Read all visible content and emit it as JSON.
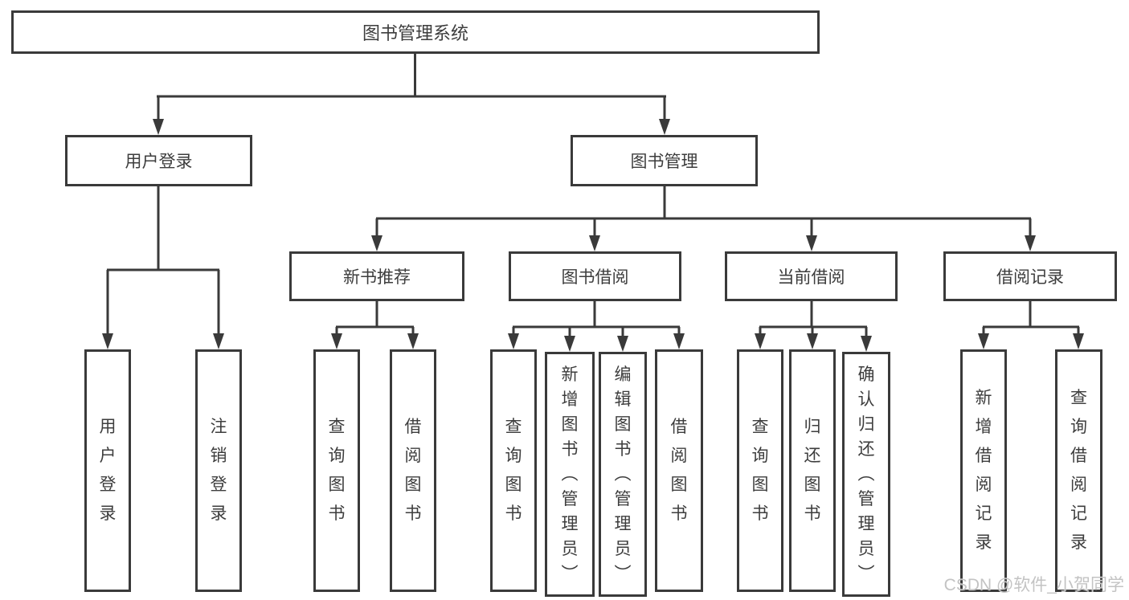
{
  "tree": {
    "root": {
      "label": "图书管理系统"
    },
    "branches": [
      {
        "label": "用户登录",
        "leaves": [
          "用户登录",
          "注销登录"
        ]
      },
      {
        "label": "图书管理",
        "sub": [
          {
            "label": "新书推荐",
            "leaves": [
              "查询图书",
              "借阅图书"
            ]
          },
          {
            "label": "图书借阅",
            "leaves": [
              "查询图书",
              "新增图书（管理员）",
              "编辑图书（管理员）",
              "借阅图书"
            ]
          },
          {
            "label": "当前借阅",
            "leaves": [
              "查询图书",
              "归还图书",
              "确认归还（管理员）"
            ]
          },
          {
            "label": "借阅记录",
            "leaves": [
              "新增借阅记录",
              "查询借阅记录"
            ]
          }
        ]
      }
    ]
  },
  "watermark": {
    "text": "CSDN @软件_小贺同学"
  },
  "colors": {
    "line": "#3a3a3a",
    "box_border": "#3a3a3a",
    "box_background": "#ffffff",
    "text": "#3d3d3d",
    "watermark_text": "#c3c3c3"
  }
}
